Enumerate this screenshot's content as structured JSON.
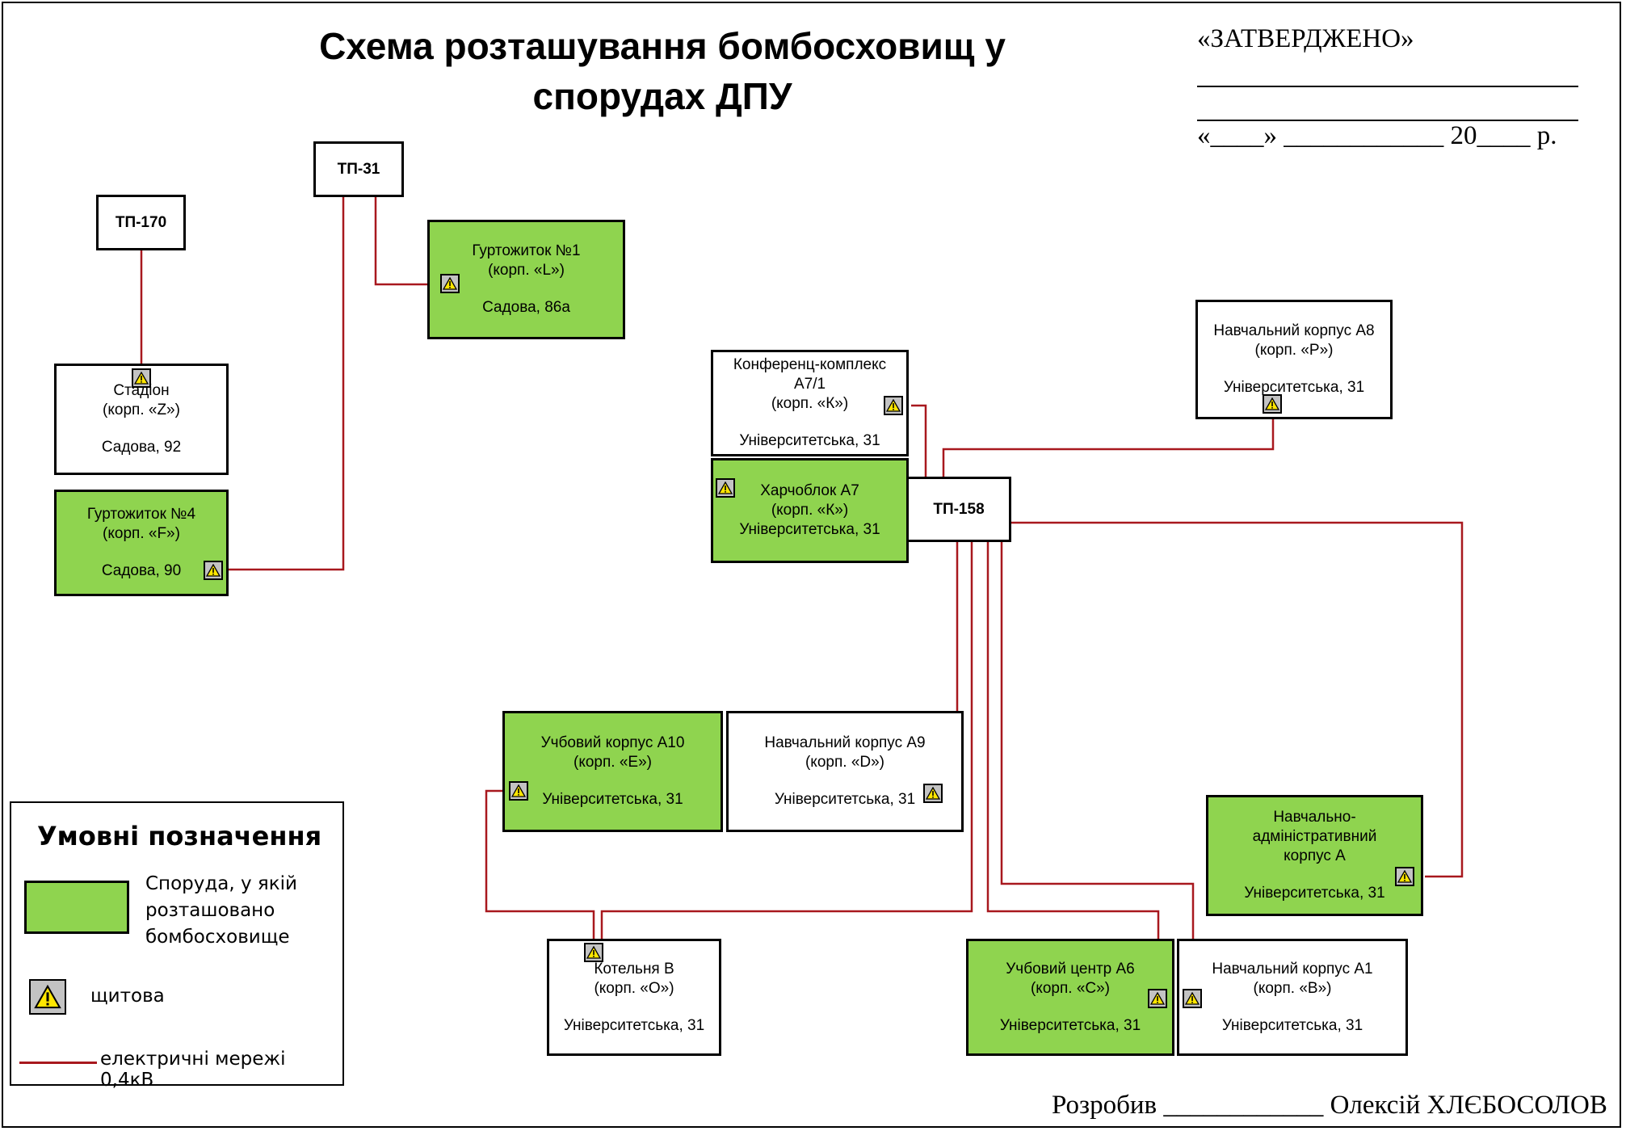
{
  "title_lines": [
    "Схема розташування бомбосховищ у",
    "спорудах ДПУ"
  ],
  "approval": {
    "header": "«ЗАТВЕРДЖЕНО»",
    "date_line": "«____» ____________  20____ р."
  },
  "substations": {
    "tp170": "ТП-170",
    "tp31": "ТП-31",
    "tp158": "ТП-158"
  },
  "buildings": {
    "stadion": {
      "name": "Стадіон",
      "corp": "(корп. «Z»)",
      "address": "Садова, 92"
    },
    "gurt4": {
      "name": "Гуртожиток №4",
      "corp": "(корп. «F»)",
      "address": "Садова, 90"
    },
    "gurt1": {
      "name": "Гуртожиток №1",
      "corp": "(корп. «L»)",
      "address": "Садова, 86а"
    },
    "konf": {
      "name1": "Конференц-комплекс",
      "name2": "А7/1",
      "corp": "(корп. «К»)",
      "address": "Університетська, 31"
    },
    "harch": {
      "name": "Харчоблок  А7",
      "corp": "(корп. «К»)",
      "address": "Університетська, 31"
    },
    "a8": {
      "name": "Навчальний корпус А8",
      "corp": "(корп. «P»)",
      "address": "Університетська, 31"
    },
    "a10": {
      "name": "Учбовий корпус А10",
      "corp": "(корп. «E»)",
      "address": "Університетська, 31"
    },
    "a9": {
      "name": "Навчальний корпус А9",
      "corp": "(корп. «D»)",
      "address": "Університетська, 31"
    },
    "adm": {
      "name1": "Навчально-",
      "name2": "адміністративний",
      "name3": "корпус А",
      "address": "Університетська, 31"
    },
    "kotel": {
      "name": "Котельня В",
      "corp": "(корп. «О»)",
      "address": "Університетська, 31"
    },
    "a6": {
      "name": "Учбовий центр А6",
      "corp": "(корп. «С»)",
      "address": "Університетська, 31"
    },
    "a1": {
      "name": "Навчальний корпус А1",
      "corp": "(корп. «В»)",
      "address": "Університетська, 31"
    }
  },
  "legend": {
    "title": "Умовні позначення",
    "shelter": "Споруда, у якій розташовано бомбосховище",
    "panel": "щитова",
    "network": "електричні мережі 0,4кВ"
  },
  "signature": "Розробив ____________ Олексій  ХЛЄБОСОЛОВ",
  "colors": {
    "shelter_fill": "#8fd44f",
    "network_line": "#a8181e",
    "panel_fill": "#c3c3c3",
    "warning_yellow": "#ffe600"
  },
  "icons": {
    "panel": "warning-icon"
  }
}
